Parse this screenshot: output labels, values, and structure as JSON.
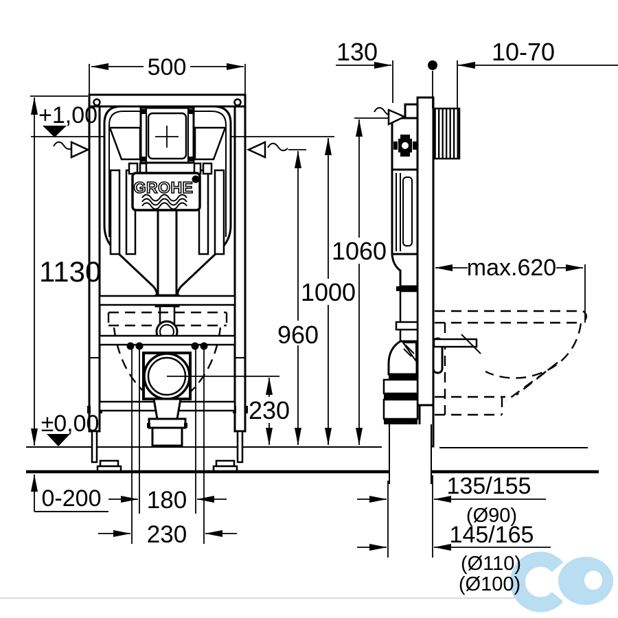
{
  "drawing": {
    "front_view": {
      "brand": "GROHE",
      "dim_width": "500",
      "dim_height": "1130",
      "level_top": "+1,00",
      "level_floor": "±0,00",
      "dim_floor_buildup": "0-200",
      "dim_bolt_spacing": "180",
      "dim_bottom_width": "230",
      "dim_drain_center_height": "230",
      "dim_actuation_height": "960",
      "dim_plate_center_height": "1000"
    },
    "side_view": {
      "dim_frame_depth": "130",
      "dim_wall_clearance": "10-70",
      "dim_total_height": "1060",
      "dim_max_depth": "max.620",
      "dim_outlet_low": "135/155",
      "dim_outlet_low_diameter": "(Ø90)",
      "dim_outlet_high": "145/165",
      "dim_outlet_high_diameter_1": "(Ø110)",
      "dim_outlet_high_diameter_2": "(Ø100)"
    },
    "colors": {
      "line": "#000000",
      "watermark_light": "#b9ddf1",
      "watermark_teal": "#2e7fa3",
      "page_bg": "#ffffff",
      "faint_rule": "#d9d9d9"
    }
  }
}
